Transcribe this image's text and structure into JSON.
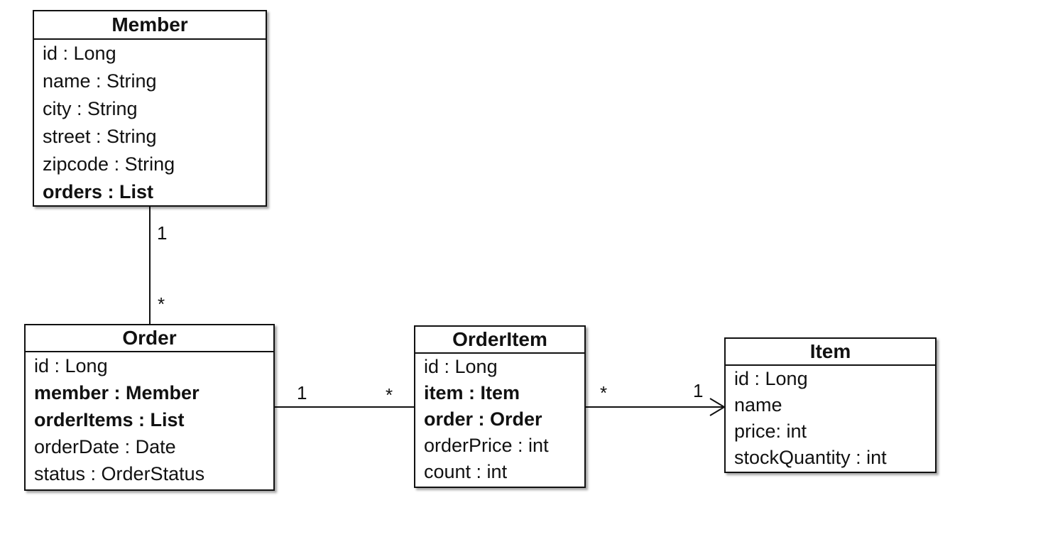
{
  "classes": {
    "member": {
      "name": "Member",
      "attributes": [
        {
          "text": "id : Long",
          "bold": false
        },
        {
          "text": "name : String",
          "bold": false
        },
        {
          "text": "city : String",
          "bold": false
        },
        {
          "text": "street : String",
          "bold": false
        },
        {
          "text": "zipcode : String",
          "bold": false
        },
        {
          "text": "orders : List",
          "bold": true
        }
      ]
    },
    "order": {
      "name": "Order",
      "attributes": [
        {
          "text": "id : Long",
          "bold": false
        },
        {
          "text": "member : Member",
          "bold": true
        },
        {
          "text": "orderItems : List",
          "bold": true
        },
        {
          "text": "orderDate : Date",
          "bold": false
        },
        {
          "text": "status : OrderStatus",
          "bold": false
        }
      ]
    },
    "orderitem": {
      "name": "OrderItem",
      "attributes": [
        {
          "text": "id : Long",
          "bold": false
        },
        {
          "text": "item : Item",
          "bold": true
        },
        {
          "text": "order : Order",
          "bold": true
        },
        {
          "text": "orderPrice : int",
          "bold": false
        },
        {
          "text": "count : int",
          "bold": false
        }
      ]
    },
    "item": {
      "name": "Item",
      "attributes": [
        {
          "text": "id : Long",
          "bold": false
        },
        {
          "text": "name",
          "bold": false
        },
        {
          "text": "price: int",
          "bold": false
        },
        {
          "text": "stockQuantity : int",
          "bold": false
        }
      ]
    }
  },
  "associations": [
    {
      "from": "Member",
      "to": "Order",
      "from_multiplicity": "1",
      "to_multiplicity": "*",
      "navigable_arrow": false
    },
    {
      "from": "Order",
      "to": "OrderItem",
      "from_multiplicity": "1",
      "to_multiplicity": "*",
      "navigable_arrow": false
    },
    {
      "from": "OrderItem",
      "to": "Item",
      "from_multiplicity": "*",
      "to_multiplicity": "1",
      "navigable_arrow": true
    }
  ]
}
